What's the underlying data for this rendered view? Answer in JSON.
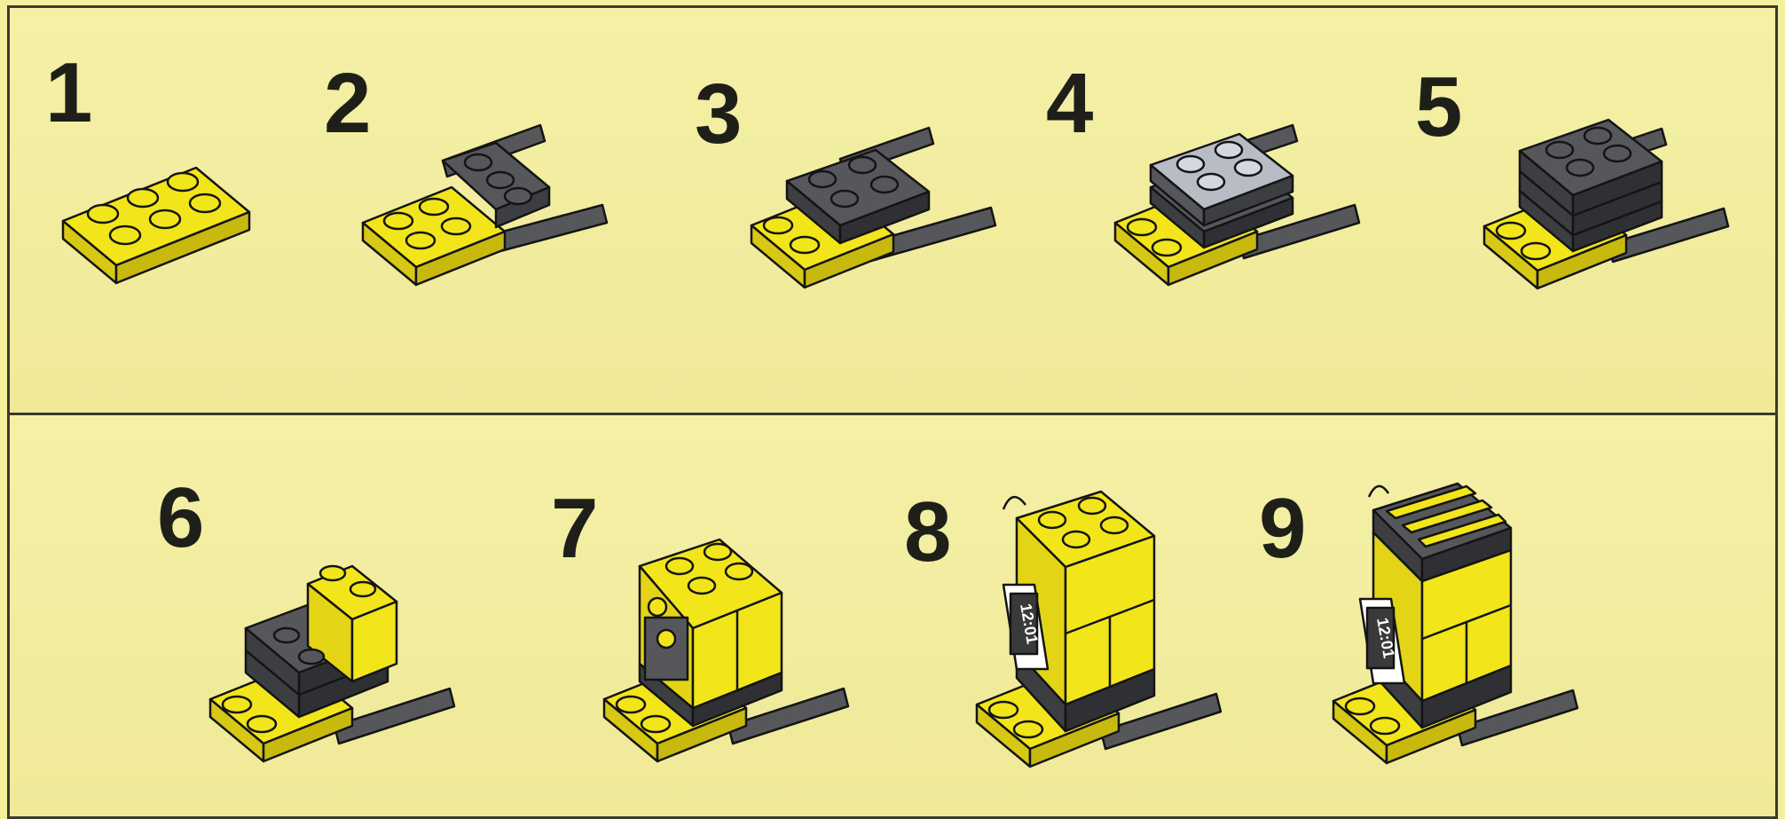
{
  "steps": [
    {
      "number": "1",
      "row": "top"
    },
    {
      "number": "2",
      "row": "top"
    },
    {
      "number": "3",
      "row": "top"
    },
    {
      "number": "4",
      "row": "top"
    },
    {
      "number": "5",
      "row": "top"
    },
    {
      "number": "6",
      "row": "bottom"
    },
    {
      "number": "7",
      "row": "bottom"
    },
    {
      "number": "8",
      "row": "bottom"
    },
    {
      "number": "9",
      "row": "bottom"
    }
  ],
  "display": {
    "text": "12:01"
  },
  "colors": {
    "background": "#f1eda0",
    "yellow": "#f2e51a",
    "yellow_side": "#c8b90e",
    "dark_gray": "#55575b",
    "light_gray": "#b8bcc4",
    "outline": "#141414"
  }
}
